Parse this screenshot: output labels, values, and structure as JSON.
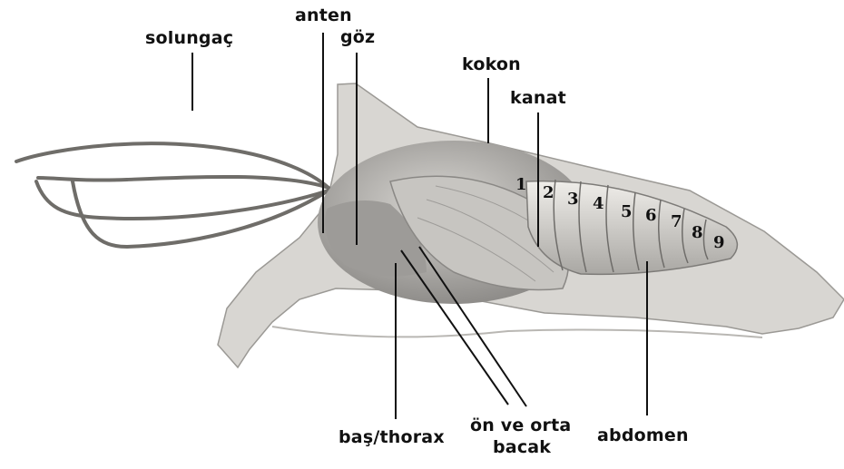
{
  "labels": {
    "solungac": "solungaç",
    "anten": "anten",
    "goz": "göz",
    "kokon": "kokon",
    "kanat": "kanat",
    "bas_thorax": "baş/thorax",
    "on_ve_orta": "ön ve orta",
    "bacak": "bacak",
    "abdomen": "abdomen"
  },
  "segments": [
    "1",
    "2",
    "3",
    "4",
    "5",
    "6",
    "7",
    "8",
    "9"
  ],
  "colors": {
    "cocoon": "#d8d6d2",
    "pupa_body": "#bdbbb7",
    "abdomen": "#e6e4df",
    "line": "#111111"
  }
}
